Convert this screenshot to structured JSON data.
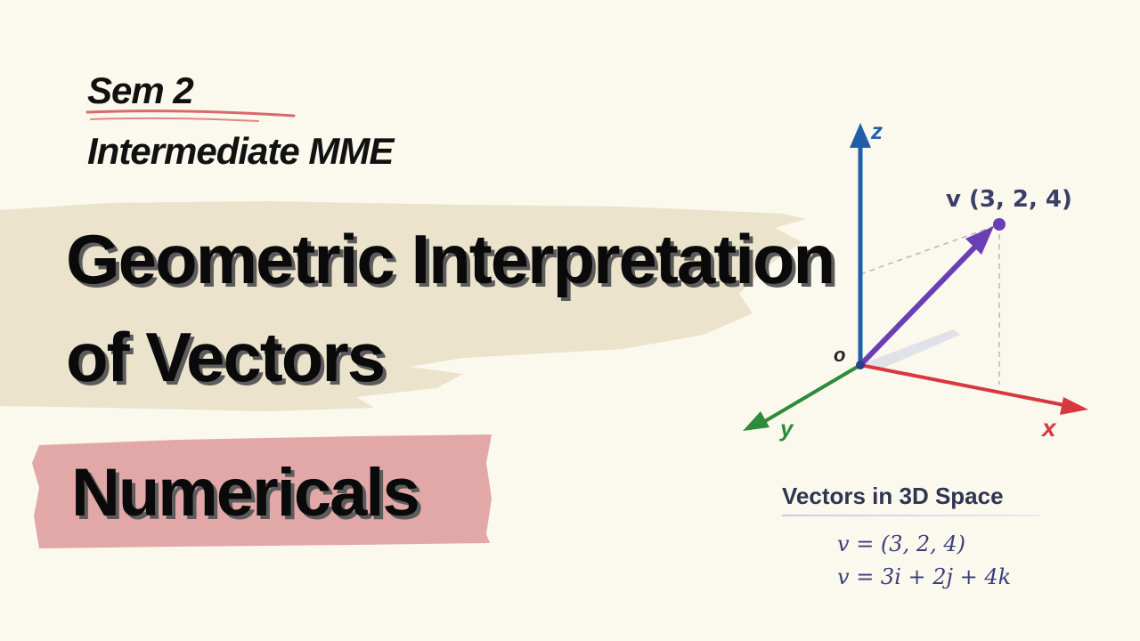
{
  "header": {
    "semester": "Sem 2",
    "course": "Intermediate MME"
  },
  "title": {
    "line1": "Geometric Interpretation",
    "line2": "of Vectors"
  },
  "subtitle": "Numericals",
  "diagram": {
    "axes": {
      "z": "z",
      "y": "y",
      "x": "x",
      "origin": "o"
    },
    "point_label": "v (3, 2, 4)",
    "colors": {
      "z_axis": "#1f5fa8",
      "y_axis": "#2e8b3a",
      "x_axis": "#d9373e",
      "vector": "#6a3fb5",
      "brush_beige": "#e9dfc6",
      "brush_pink": "#dc9a9a",
      "underline": "#d96a6a"
    }
  },
  "caption": {
    "title": "Vectors in 3D Space",
    "eq1": "v = (3, 2, 4)",
    "eq2": "v = 3i + 2j + 4k"
  }
}
